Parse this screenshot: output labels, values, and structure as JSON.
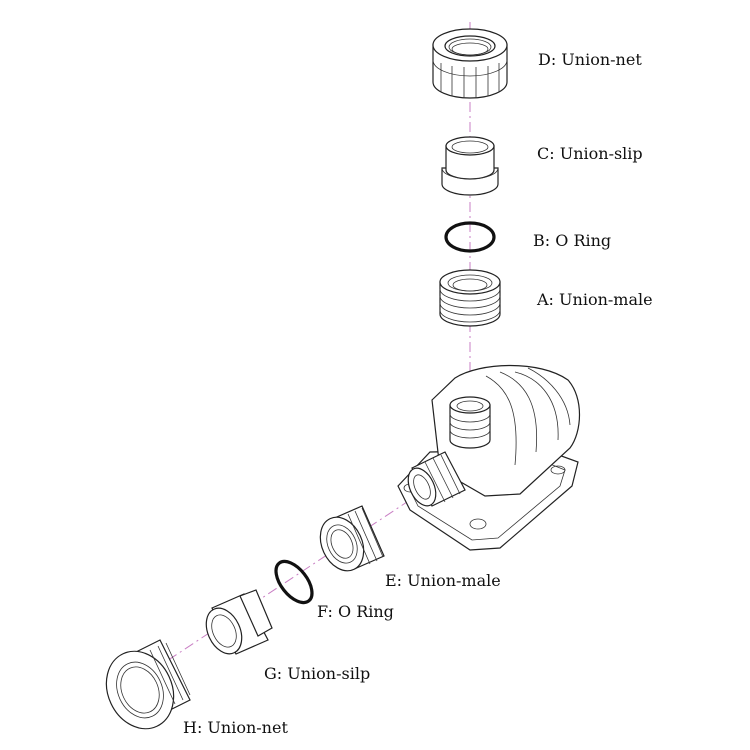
{
  "parts": [
    {
      "id": "D",
      "label": "D: Union-net"
    },
    {
      "id": "C",
      "label": "C: Union-slip"
    },
    {
      "id": "B",
      "label": "B: O Ring"
    },
    {
      "id": "A",
      "label": "A: Union-male"
    },
    {
      "id": "E",
      "label": "E: Union-male"
    },
    {
      "id": "F",
      "label": "F: O Ring"
    },
    {
      "id": "G",
      "label": "G: Union-silp"
    },
    {
      "id": "H",
      "label": "H: Union-net"
    }
  ],
  "colors": {
    "line": "#222222",
    "axis": "#c97fc4"
  }
}
